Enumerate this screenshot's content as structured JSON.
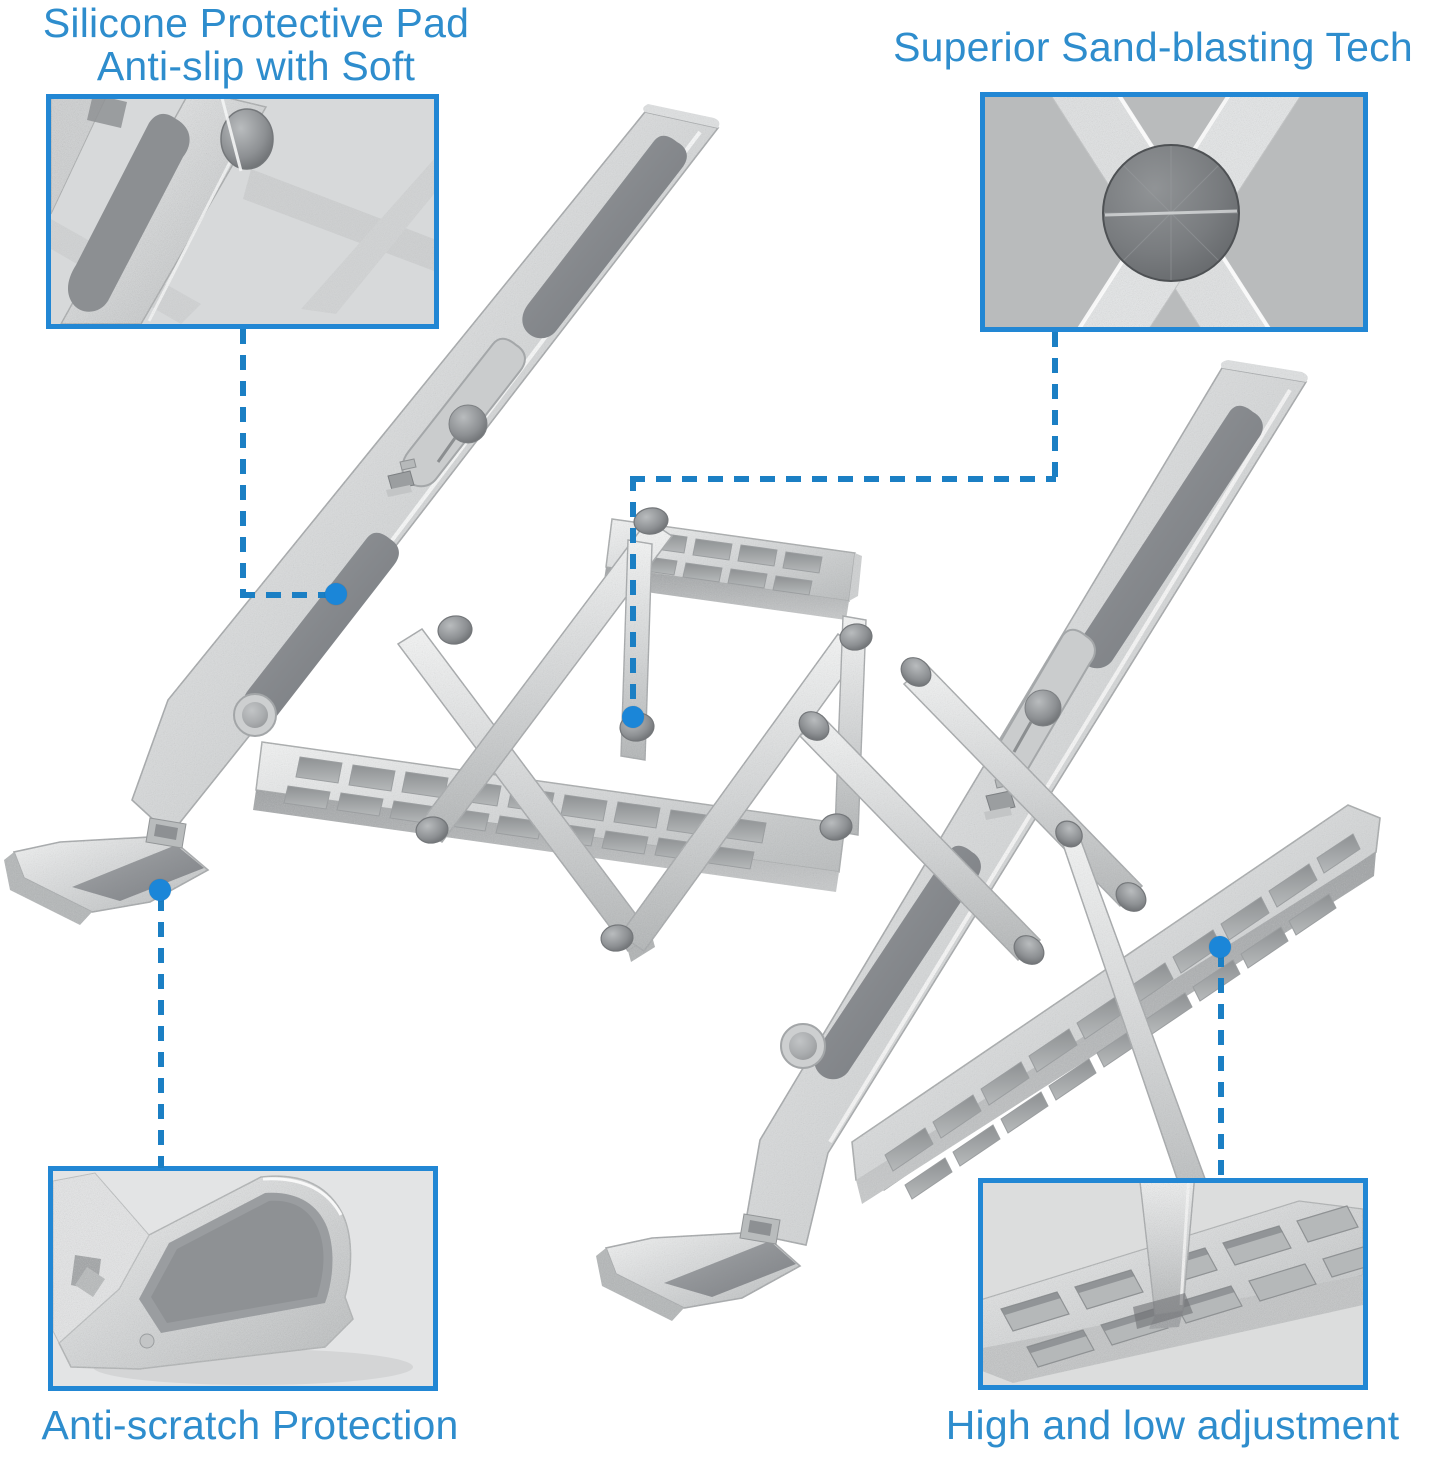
{
  "theme": {
    "accent_blue": "#2e8dcd",
    "leader_blue": "#1b7fc4",
    "dot_blue": "#1b86d8",
    "box_border": "#2287d4",
    "aluminium_light": "#e8e9ea",
    "aluminium_mid": "#c9cbcb",
    "silicone_grey": "#8e9194",
    "background": "#ffffff"
  },
  "product": {
    "name": "Foldable aluminium laptop stand",
    "views": [
      {
        "id": "left-stand",
        "description": "Folding laptop stand shown at a high angle with X-brace legs extended"
      },
      {
        "id": "right-stand",
        "description": "Folding laptop stand shown at a lower angle with legs nearly flat"
      }
    ]
  },
  "features": [
    {
      "id": "silicone-pad",
      "caption": "Silicone Protective Pad\nAnti-slip with Soft",
      "position": "top-left",
      "callout": {
        "id": "callout-silicone-pad",
        "description": "Macro of the support arm showing a dark grey silicone strip set into the sand-blasted aluminium arm next to a round pivot rivet"
      },
      "target": "silicone strip on upper support arm"
    },
    {
      "id": "sand-blasting",
      "caption": "Superior Sand-blasting Tech",
      "position": "top-right",
      "callout": {
        "id": "callout-sand-blasting",
        "description": "Macro of the crossed X-brace legs with a dark brushed-metal pivot rivet at the intersection, showing the sand-blasted surface texture"
      },
      "target": "X-brace pivot rivet"
    },
    {
      "id": "anti-scratch",
      "caption": "Anti-scratch Protection",
      "position": "bottom-left",
      "callout": {
        "id": "callout-anti-scratch",
        "description": "Macro of the front lip / laptop cradle with a soft grey silicone pad lining the inside of the hook"
      },
      "target": "front lip silicone cradle"
    },
    {
      "id": "height-adjust",
      "caption": "High and low adjustment",
      "position": "bottom-right",
      "callout": {
        "id": "callout-height-adjust",
        "description": "Macro of the slotted base rail with a leg foot seated in one of the rectangular notches, allowing multiple height settings"
      },
      "target": "slotted base rail notch"
    }
  ]
}
